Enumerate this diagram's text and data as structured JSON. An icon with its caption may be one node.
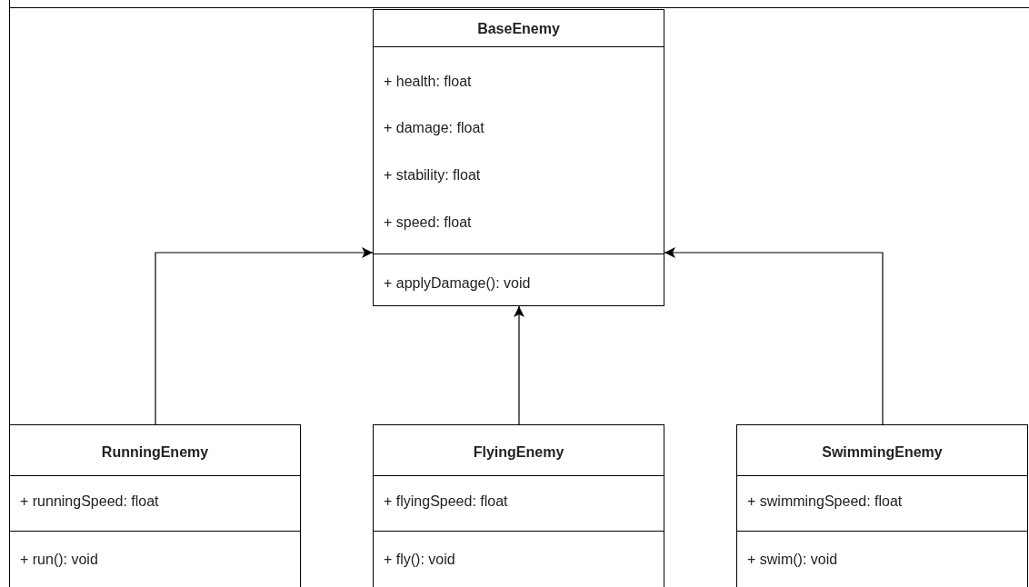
{
  "diagram": {
    "nodes": [
      {
        "text": [
          "BaseEnemy",
          "+ health: float",
          "+ damage: float",
          "+ stability: float",
          "+ speed: float",
          "+ applyDamage(): void"
        ]
      },
      {
        "text": [
          "RunningEnemy",
          "+ runningSpeed: float",
          "+ run(): void"
        ]
      },
      {
        "text": [
          "FlyingEnemy",
          "+ flyingSpeed: float",
          "+ fly(): void"
        ]
      },
      {
        "text": [
          "SwimmingEnemy",
          "+ swimmingSpeed: float",
          "+ swim(): void"
        ]
      }
    ],
    "edges": [
      {
        "from": 1,
        "to": 0,
        "arrow": "to"
      },
      {
        "from": 2,
        "to": 0,
        "arrow": "to"
      },
      {
        "from": 3,
        "to": 0,
        "arrow": "to"
      }
    ]
  }
}
